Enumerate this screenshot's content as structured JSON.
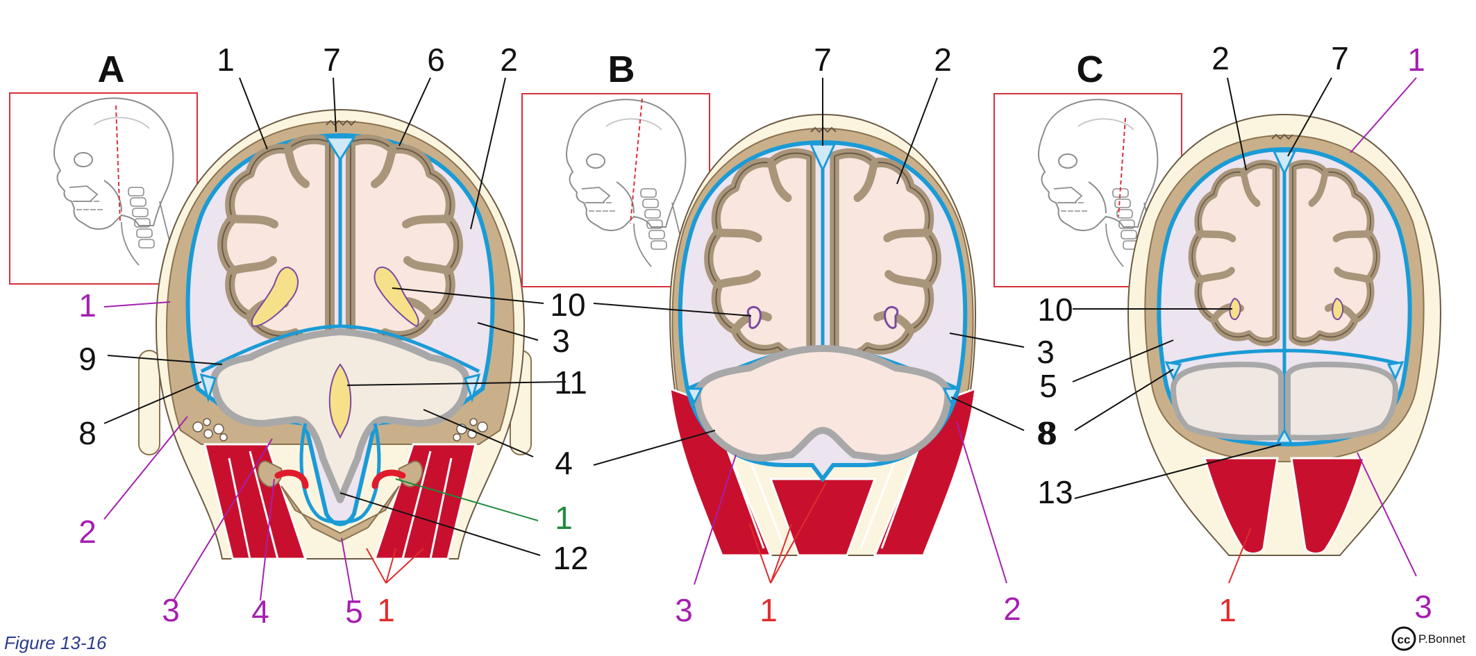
{
  "figure_caption": "Figure 13-16",
  "credit": {
    "cc": "cc",
    "author": "P.Bonnet"
  },
  "colors": {
    "black_label": "#111111",
    "purple_label": "#a51fb0",
    "red_label": "#e02c2c",
    "green_label": "#1f8a3c",
    "frame_red": "#d9303a",
    "bone": "#c9b08a",
    "bone_edge": "#8a7250",
    "skin": "#fbf5df",
    "meninges": "#1a9bd6",
    "cortex": "#a8957a",
    "white_matter": "#f8e6df",
    "csf_space": "#ece4ef",
    "ventricle": "#f6e08a",
    "muscle": "#c8102e"
  },
  "panels": [
    {
      "id": "A",
      "title": "A",
      "labels": [
        {
          "key": "a1",
          "text": "1",
          "color": "black"
        },
        {
          "key": "a7",
          "text": "7",
          "color": "black"
        },
        {
          "key": "a6",
          "text": "6",
          "color": "black"
        },
        {
          "key": "a2",
          "text": "2",
          "color": "black"
        },
        {
          "key": "a1p",
          "text": "1",
          "color": "purple"
        },
        {
          "key": "a10",
          "text": "10",
          "color": "black"
        },
        {
          "key": "a3",
          "text": "3",
          "color": "black"
        },
        {
          "key": "a9",
          "text": "9",
          "color": "black"
        },
        {
          "key": "a11",
          "text": "11",
          "color": "black"
        },
        {
          "key": "a8",
          "text": "8",
          "color": "black"
        },
        {
          "key": "a4",
          "text": "4",
          "color": "black"
        },
        {
          "key": "a1g",
          "text": "1",
          "color": "green"
        },
        {
          "key": "a2p",
          "text": "2",
          "color": "purple"
        },
        {
          "key": "a12",
          "text": "12",
          "color": "black"
        },
        {
          "key": "a3p",
          "text": "3",
          "color": "purple"
        },
        {
          "key": "a4p",
          "text": "4",
          "color": "purple"
        },
        {
          "key": "a5p",
          "text": "5",
          "color": "purple"
        },
        {
          "key": "a1r",
          "text": "1",
          "color": "red"
        }
      ]
    },
    {
      "id": "B",
      "title": "B",
      "labels": [
        {
          "key": "b7",
          "text": "7",
          "color": "black"
        },
        {
          "key": "b2",
          "text": "2",
          "color": "black"
        },
        {
          "key": "b3",
          "text": "3",
          "color": "black"
        },
        {
          "key": "b8",
          "text": "8",
          "color": "black"
        },
        {
          "key": "b3p",
          "text": "3",
          "color": "purple"
        },
        {
          "key": "b1r",
          "text": "1",
          "color": "red"
        },
        {
          "key": "b2p",
          "text": "2",
          "color": "purple"
        }
      ]
    },
    {
      "id": "C",
      "title": "C",
      "labels": [
        {
          "key": "c2",
          "text": "2",
          "color": "black"
        },
        {
          "key": "c7",
          "text": "7",
          "color": "black"
        },
        {
          "key": "c1p",
          "text": "1",
          "color": "purple"
        },
        {
          "key": "c10",
          "text": "10",
          "color": "black"
        },
        {
          "key": "c5",
          "text": "5",
          "color": "black"
        },
        {
          "key": "c8",
          "text": "8",
          "color": "black"
        },
        {
          "key": "c13",
          "text": "13",
          "color": "black"
        },
        {
          "key": "c1r",
          "text": "1",
          "color": "red"
        },
        {
          "key": "c3p",
          "text": "3",
          "color": "purple"
        }
      ]
    }
  ]
}
